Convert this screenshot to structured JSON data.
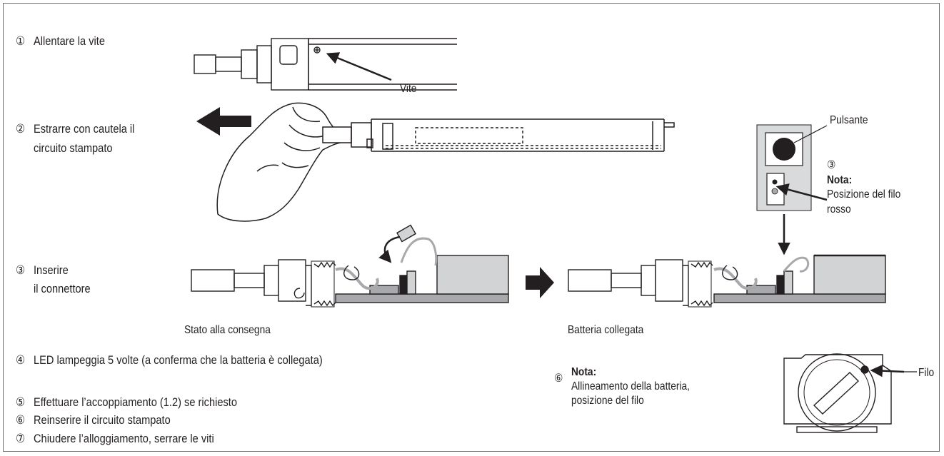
{
  "steps": {
    "s1_num": "①",
    "s1_text": "Allentare la vite",
    "s2_num": "②",
    "s2_line1": "Estrarre con cautela il",
    "s2_line2": "circuito stampato",
    "s3_num": "③",
    "s3_line1": "Inserire",
    "s3_line2": "il connettore",
    "s4_num": "④",
    "s4_text": "LED lampeggia 5 volte (a conferma che la batteria è collegata)",
    "s5_num": "⑤",
    "s5_text": "Effettuare l’accoppiamento (1.2) se richiesto",
    "s6_num": "⑥",
    "s6_text": "Reinserire il circuito stampato",
    "s7_num": "⑦",
    "s7_text": "Chiudere l’alloggiamento, serrare le viti"
  },
  "callouts": {
    "vite": "Vite",
    "pulsante": "Pulsante",
    "detail3_num": "③",
    "nota": "Nota:",
    "detail3_line1": "Posizione del filo",
    "detail3_line2": "rosso",
    "stato_consegna": "Stato alla consegna",
    "batteria_collegata": "Batteria collegata",
    "detail6_num": "⑥",
    "nota6": "Nota:",
    "detail6_line1": "Allineamento della batteria,",
    "detail6_line2": "posizione del filo",
    "filo": "Filo"
  },
  "colors": {
    "line": "#231f20",
    "board": "#a7a9ac",
    "component": "#d1d3d4",
    "panel": "#d9dadb",
    "frame": "#6d6e71"
  }
}
